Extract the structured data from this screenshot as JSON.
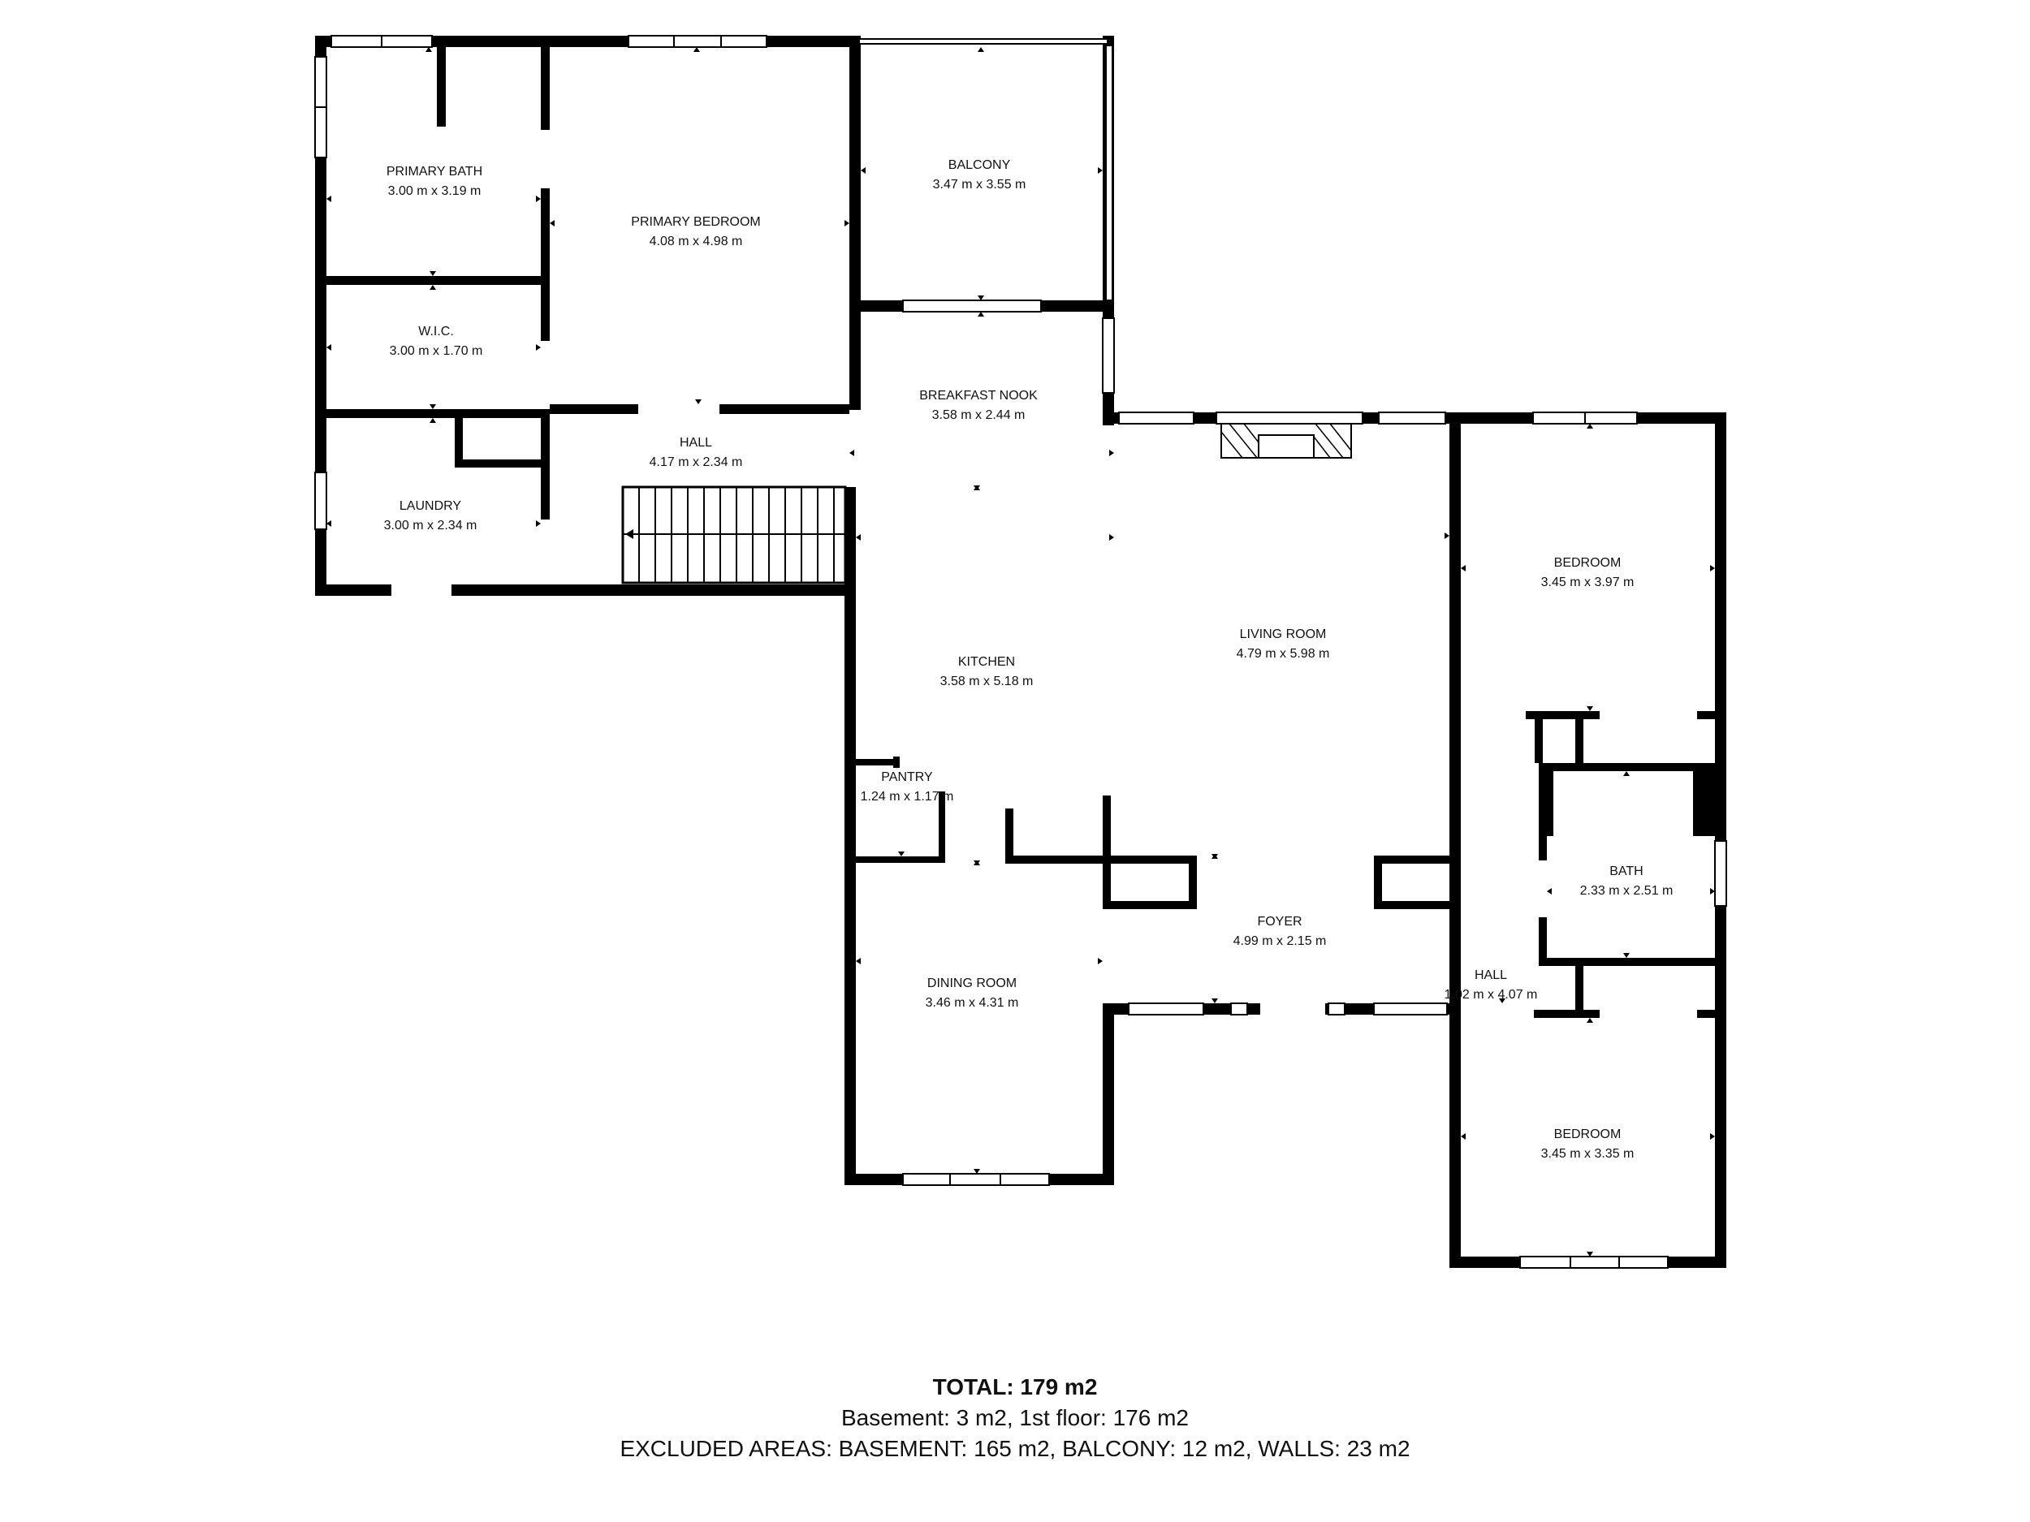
{
  "rooms": {
    "primary_bath": {
      "name": "PRIMARY BATH",
      "dims": "3.00 m x 3.19 m"
    },
    "primary_bedroom": {
      "name": "PRIMARY BEDROOM",
      "dims": "4.08 m x 4.98 m"
    },
    "balcony": {
      "name": "BALCONY",
      "dims": "3.47 m x 3.55 m"
    },
    "wic": {
      "name": "W.I.C.",
      "dims": "3.00 m x 1.70 m"
    },
    "breakfast_nook": {
      "name": "BREAKFAST NOOK",
      "dims": "3.58 m x 2.44 m"
    },
    "hall_upper": {
      "name": "HALL",
      "dims": "4.17 m x 2.34 m"
    },
    "laundry": {
      "name": "LAUNDRY",
      "dims": "3.00 m x 2.34 m"
    },
    "bedroom_1": {
      "name": "BEDROOM",
      "dims": "3.45 m x 3.97 m"
    },
    "living_room": {
      "name": "LIVING ROOM",
      "dims": "4.79 m x 5.98 m"
    },
    "kitchen": {
      "name": "KITCHEN",
      "dims": "3.58 m x 5.18 m"
    },
    "pantry": {
      "name": "PANTRY",
      "dims": "1.24 m x 1.17 m"
    },
    "bath": {
      "name": "BATH",
      "dims": "2.33 m x 2.51 m"
    },
    "foyer": {
      "name": "FOYER",
      "dims": "4.99 m x 2.15 m"
    },
    "hall_lower": {
      "name": "HALL",
      "dims": "1.02 m x 4.07 m"
    },
    "dining_room": {
      "name": "DINING ROOM",
      "dims": "3.46 m x 4.31 m"
    },
    "bedroom_2": {
      "name": "BEDROOM",
      "dims": "3.45 m x 3.35 m"
    }
  },
  "summary": {
    "total": "TOTAL: 179 m2",
    "floors": "Basement: 3 m2, 1st floor: 176 m2",
    "excluded": "EXCLUDED AREAS: BASEMENT: 165 m2, BALCONY: 12 m2, WALLS: 23 m2"
  }
}
